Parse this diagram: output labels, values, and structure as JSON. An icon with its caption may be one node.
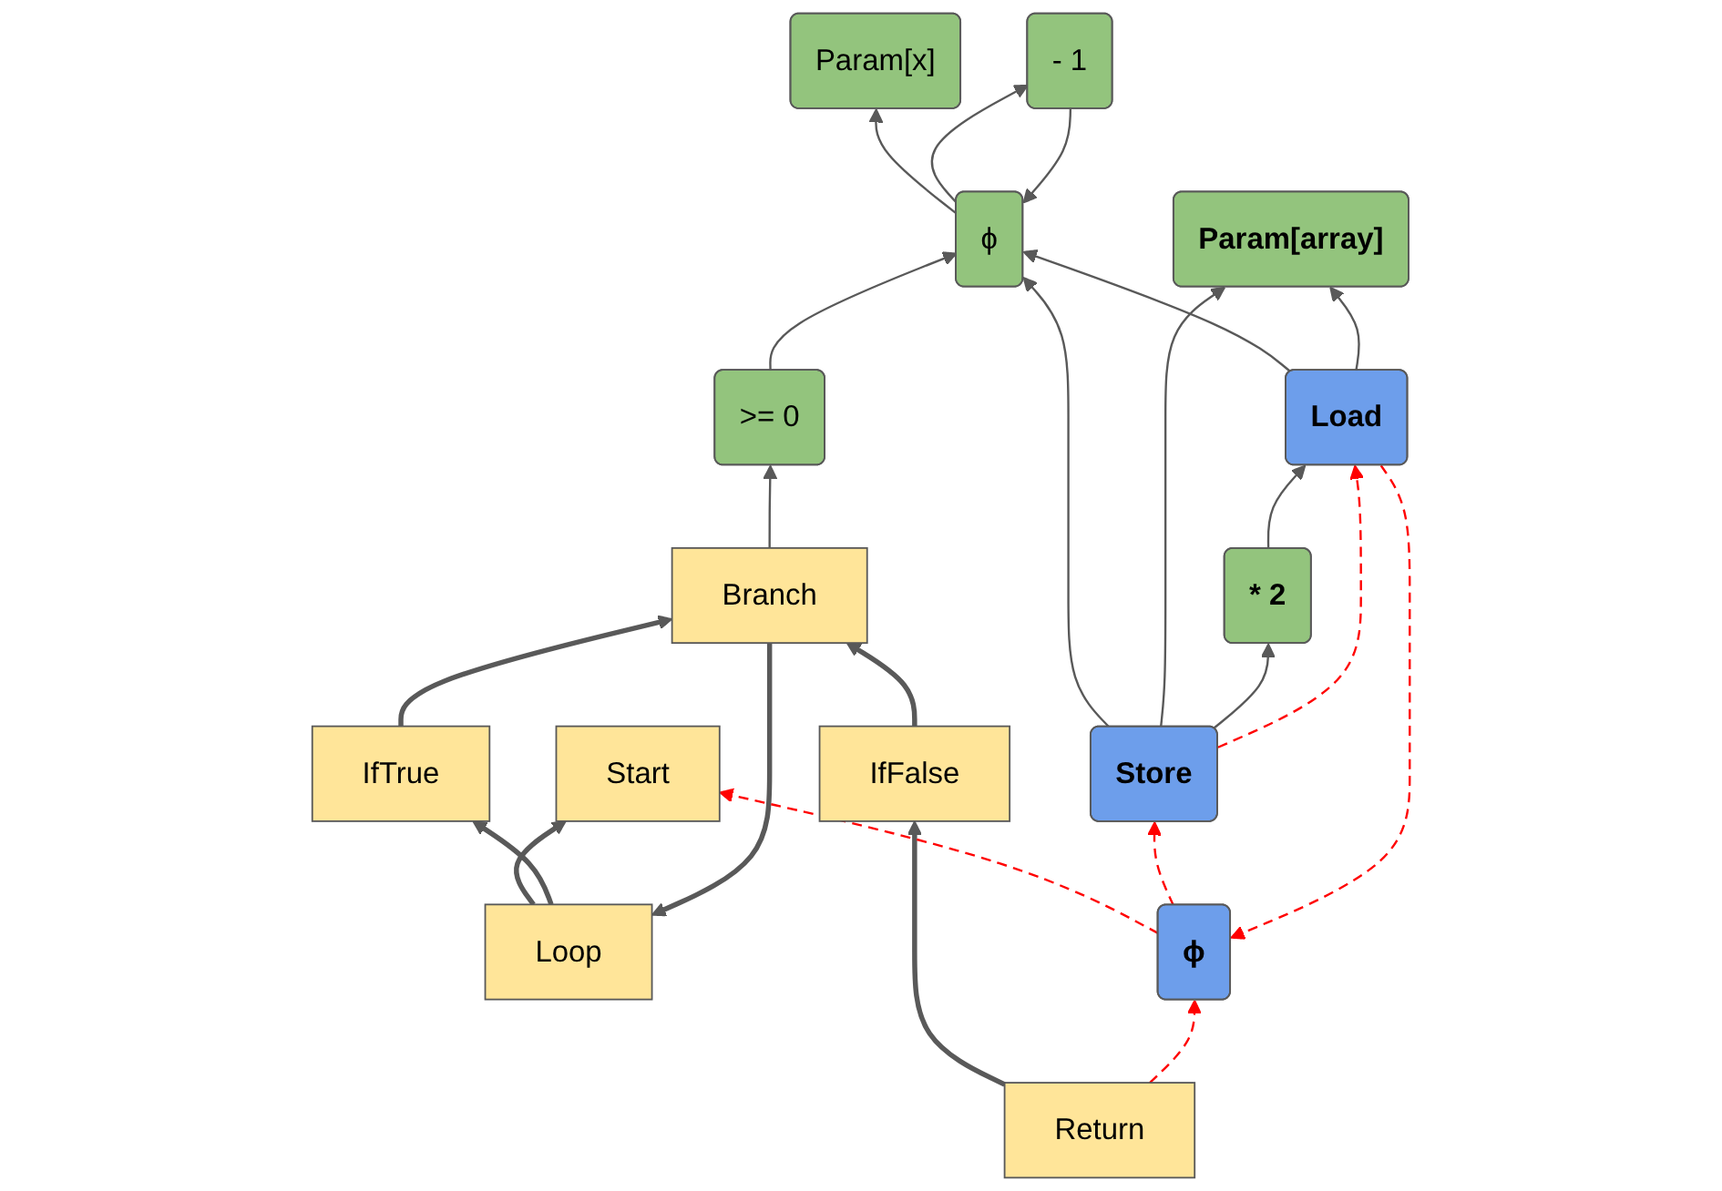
{
  "diagram": {
    "nodes": [
      {
        "text": [
          "Start"
        ]
      },
      {
        "text": [
          "Param[x]"
        ]
      },
      {
        "text": [
          "Param[array]"
        ]
      },
      {
        "text": [
          "Loop"
        ]
      },
      {
        "text": [
          "ϕ"
        ]
      },
      {
        "text": [
          "ϕ"
        ]
      },
      {
        "text": [
          ">= 0"
        ]
      },
      {
        "text": [
          "- 1"
        ]
      },
      {
        "text": [
          "Branch"
        ]
      },
      {
        "text": [
          "Load"
        ]
      },
      {
        "text": [
          "* 2"
        ]
      },
      {
        "text": [
          "IfFalse"
        ]
      },
      {
        "text": [
          "IfTrue"
        ]
      },
      {
        "text": [
          "Store"
        ]
      },
      {
        "text": [
          "Return"
        ]
      }
    ],
    "edges": [
      {
        "from": 3,
        "to": 0,
        "arrow": "to",
        "style": "thick"
      },
      {
        "from": 3,
        "to": 12,
        "arrow": "to",
        "style": "thick"
      },
      {
        "from": 8,
        "to": 3,
        "arrow": "to",
        "style": "thick"
      },
      {
        "from": 8,
        "to": 6,
        "arrow": "to"
      },
      {
        "from": 11,
        "to": 8,
        "arrow": "to",
        "style": "thick"
      },
      {
        "from": 12,
        "to": 8,
        "arrow": "to",
        "style": "thick"
      },
      {
        "from": 14,
        "to": 11,
        "arrow": "to",
        "style": "thick"
      },
      {
        "from": 6,
        "to": 4,
        "arrow": "to"
      },
      {
        "from": 4,
        "to": 1,
        "arrow": "to"
      },
      {
        "from": 4,
        "to": 7,
        "arrow": "to"
      },
      {
        "from": 7,
        "to": 4,
        "arrow": "to"
      },
      {
        "from": 9,
        "to": 4,
        "arrow": "to"
      },
      {
        "from": 13,
        "to": 4,
        "arrow": "to"
      },
      {
        "from": 9,
        "to": 2,
        "arrow": "to"
      },
      {
        "from": 13,
        "to": 2,
        "arrow": "to"
      },
      {
        "from": 13,
        "to": 10,
        "arrow": "to"
      },
      {
        "from": 10,
        "to": 9,
        "arrow": "to"
      },
      {
        "from": 5,
        "to": 0,
        "arrow": "to",
        "style": "dashed",
        "color": "#ff0000"
      },
      {
        "from": 9,
        "to": 5,
        "arrow": "to",
        "style": "dashed",
        "color": "#ff0000"
      },
      {
        "from": 13,
        "to": 9,
        "arrow": "to",
        "style": "dashed",
        "color": "#ff0000"
      },
      {
        "from": 14,
        "to": 5,
        "arrow": "to",
        "style": "dashed",
        "color": "#ff0000"
      },
      {
        "from": 5,
        "to": 13,
        "arrow": "to",
        "style": "dashed",
        "color": "#ff0000"
      }
    ]
  }
}
